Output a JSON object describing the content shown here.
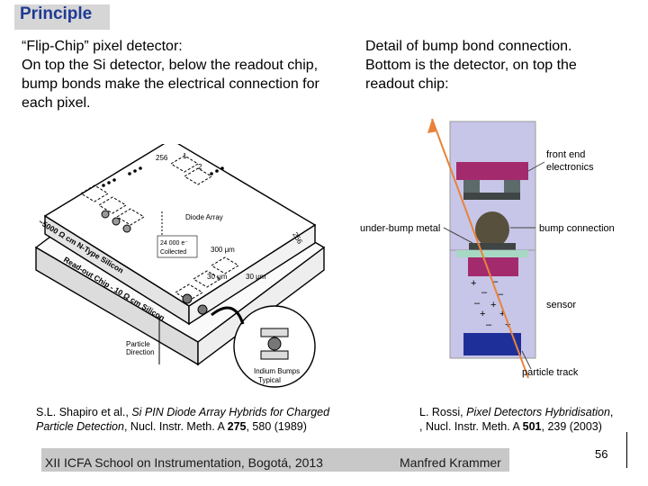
{
  "slide": {
    "title": "Principle",
    "left_text": [
      "“Flip-Chip” pixel detector:",
      "On top the Si detector, below the readout chip,",
      "bump bonds make the electrical connection for",
      "each pixel."
    ],
    "right_text": [
      "Detail of bump bond connection.",
      "Bottom is the detector, on top the",
      "readout chip:"
    ],
    "left_figure": {
      "labels": {
        "n256a": "256",
        "n1": "1",
        "n2": "2",
        "n256b": "256",
        "diode_array": "Diode Array",
        "charge_l1": "24 000 e⁻",
        "charge_l2": "Collected",
        "d300": "300 μm",
        "d30a": "30 μm",
        "d30b": "30 μm",
        "si_layer": "~5000 Ω cm N-Type Silicon",
        "readout_layer": "Read-out Chip - 10 Ω cm Silicon",
        "particle_l1": "Particle",
        "particle_l2": "Direction",
        "indium_l1": "Indium Bumps",
        "indium_l2": "Typical"
      }
    },
    "right_figure": {
      "labels": {
        "front_end_l1": "front end",
        "front_end_l2": "electronics",
        "ubm": "under-bump metal",
        "bump": "bump connection",
        "sensor": "sensor",
        "track": "particle track"
      }
    },
    "citation_left": {
      "authors": "S.L. Shapiro et al.,",
      "title_part1": "Si PIN Diode Array Hybrids for Charged",
      "title_part2": "Particle Detection",
      "journal": ", Nucl. Instr. Meth. A",
      "volume": "275",
      "rest": ", 580 (1989)"
    },
    "citation_right": {
      "authors": "L. Rossi,",
      "title": "Pixel Detectors Hybridisation",
      "journal": ", Nucl. Instr. Meth. A",
      "volume": "501",
      "rest": ", 239 (2003)"
    },
    "footer": {
      "left": "XII ICFA School on Instrumentation, Bogotá, 2013",
      "right": "Manfred Krammer"
    },
    "page_number": "56"
  }
}
